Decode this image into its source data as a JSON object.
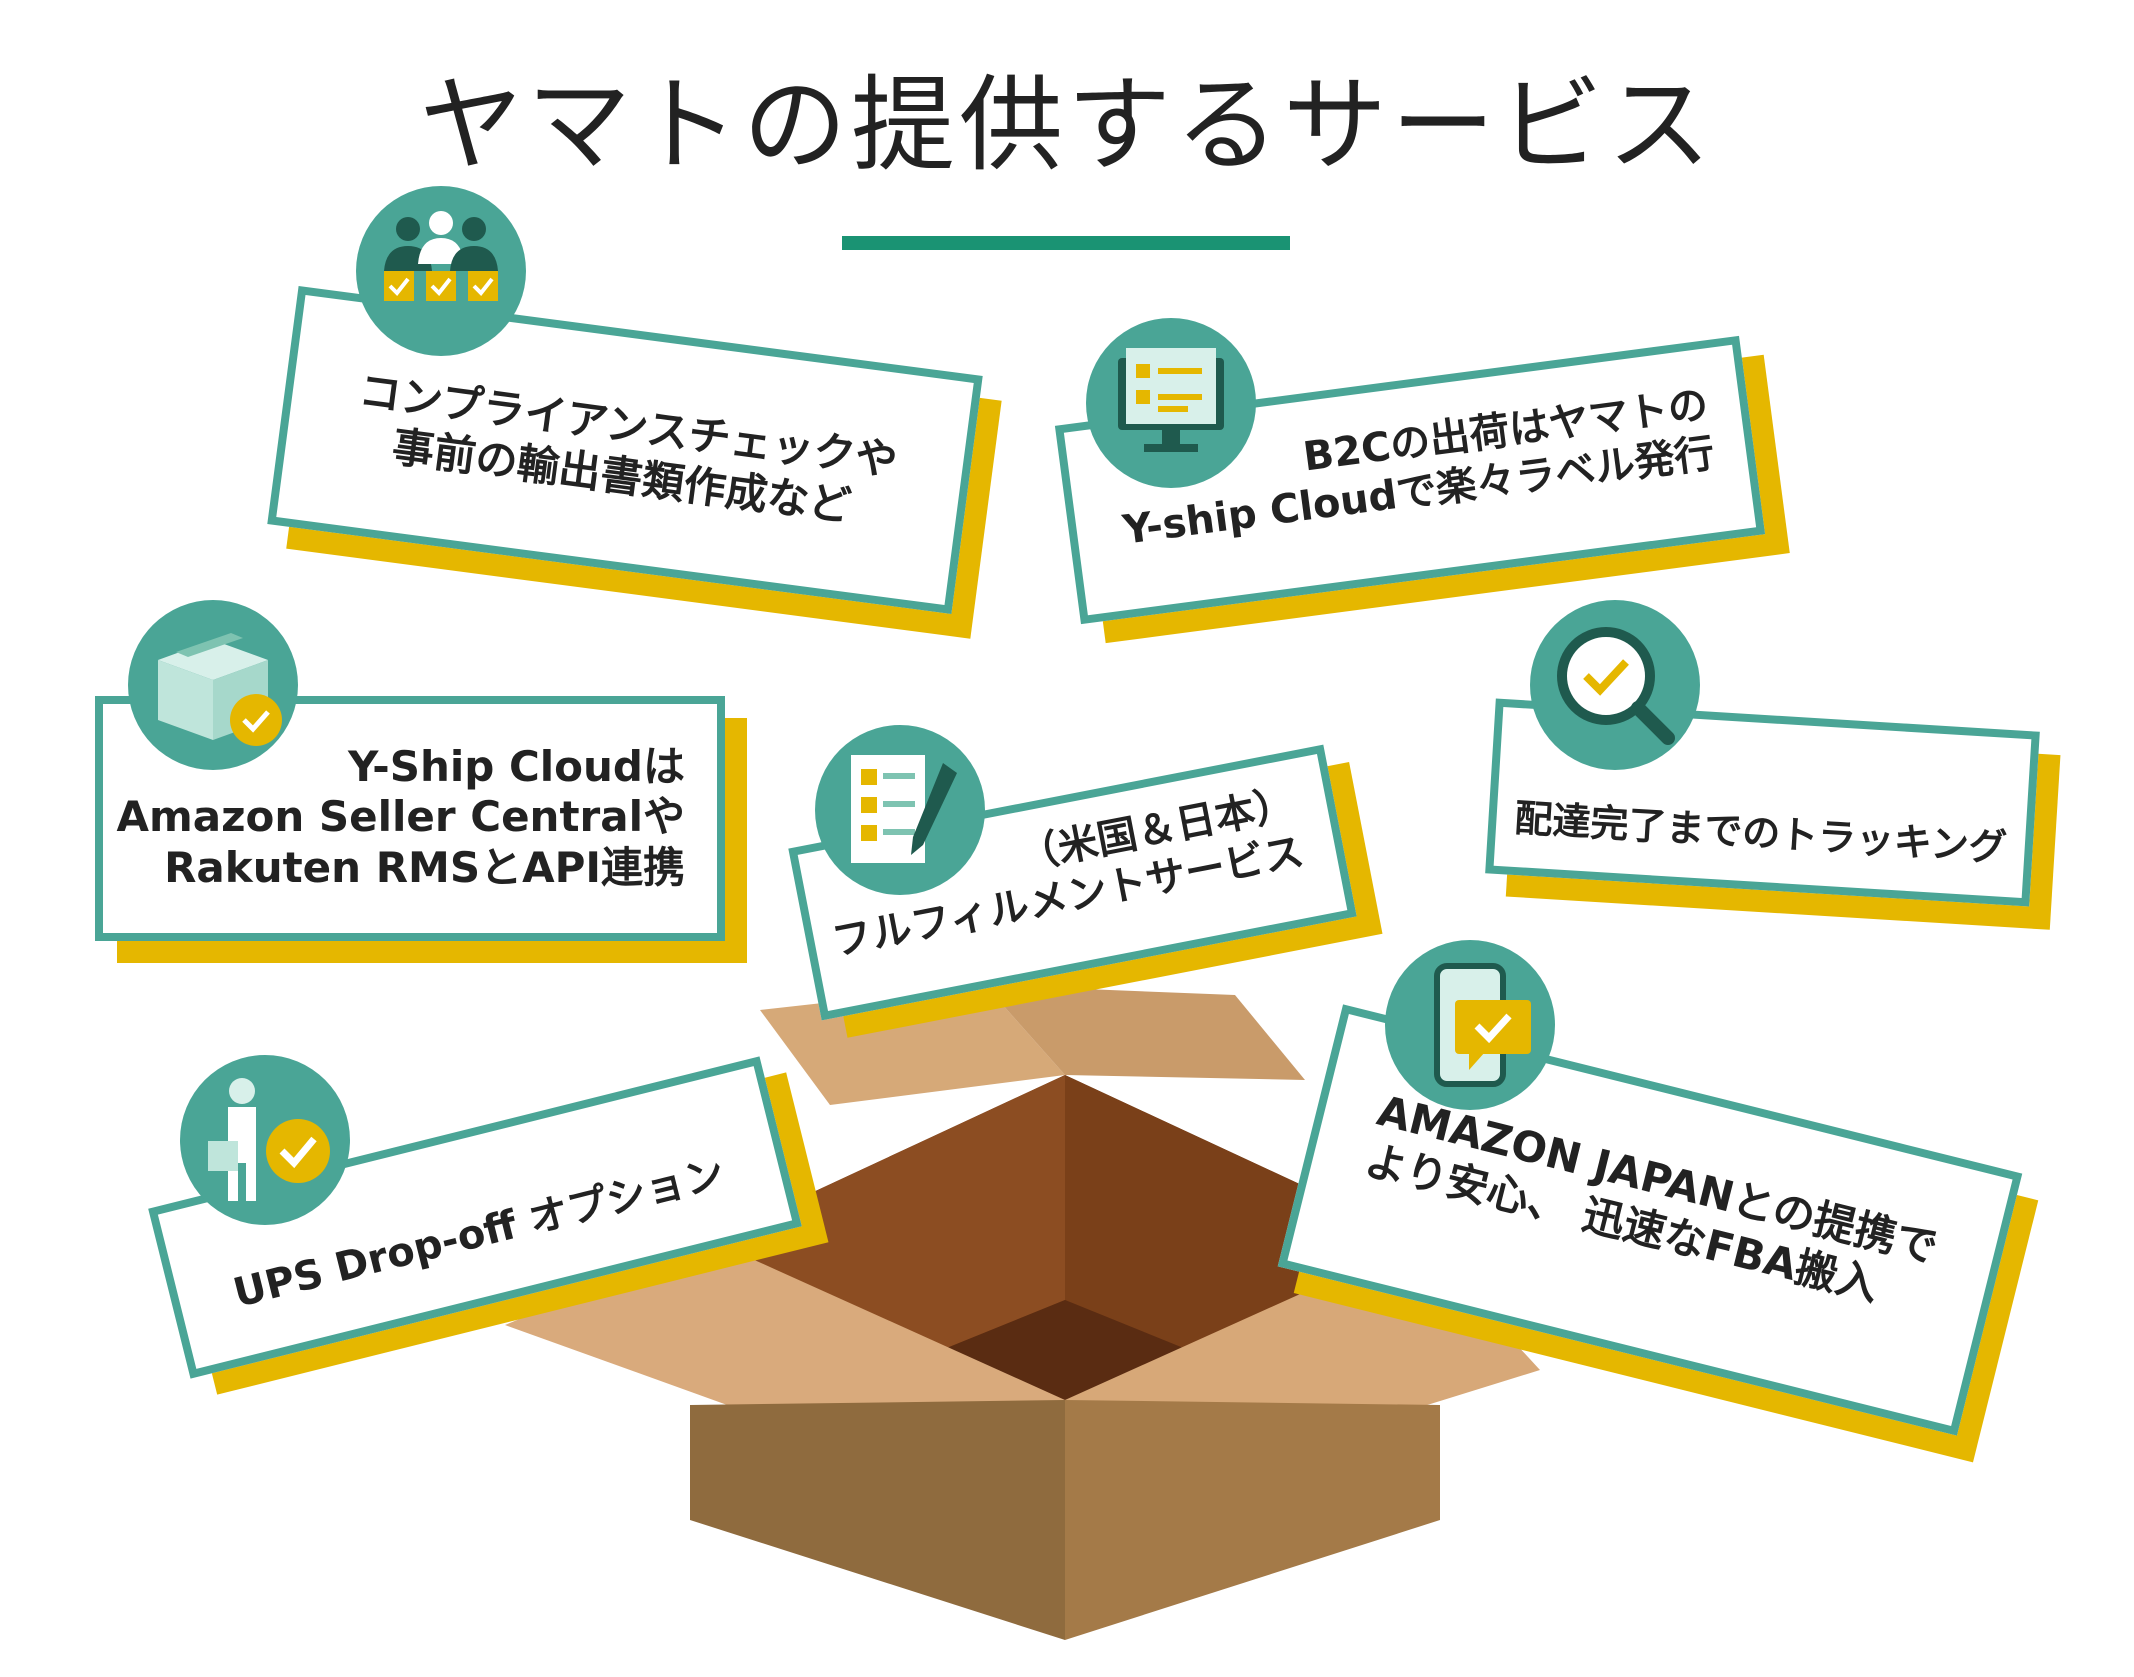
{
  "title": "ヤマトの提供するサービス",
  "colors": {
    "accent_green": "#1a9373",
    "card_border": "#4aa596",
    "card_shadow": "#e5b700",
    "box_light": "#d8a878",
    "box_dark": "#8c4d22"
  },
  "services": [
    {
      "id": "compliance",
      "icon": "team-checklist-icon",
      "lines": [
        "コンプライアンスチェックや",
        "事前の輸出書類作成など"
      ]
    },
    {
      "id": "b2c",
      "icon": "monitor-document-icon",
      "lines": [
        "B2Cの出荷はヤマトの",
        "Y-ship Cloudで楽々ラベル発行"
      ]
    },
    {
      "id": "integration",
      "icon": "package-check-icon",
      "lines": [
        "Y-Ship Cloudは",
        "Amazon Seller Centralや",
        "Rakuten RMSとAPI連携"
      ]
    },
    {
      "id": "fulfillment",
      "icon": "checklist-pen-icon",
      "lines": [
        "（米国＆日本）",
        "フルフィルメントサービス"
      ]
    },
    {
      "id": "tracking",
      "icon": "magnifier-check-icon",
      "lines": [
        "配達完了までのトラッキング"
      ]
    },
    {
      "id": "ups",
      "icon": "courier-check-icon",
      "lines": [
        "UPS Drop-off オプション"
      ]
    },
    {
      "id": "amazon",
      "icon": "smartphone-message-icon",
      "lines": [
        "AMAZON JAPANとの提携で",
        "より安心、 迅速なFBA搬入"
      ]
    }
  ]
}
